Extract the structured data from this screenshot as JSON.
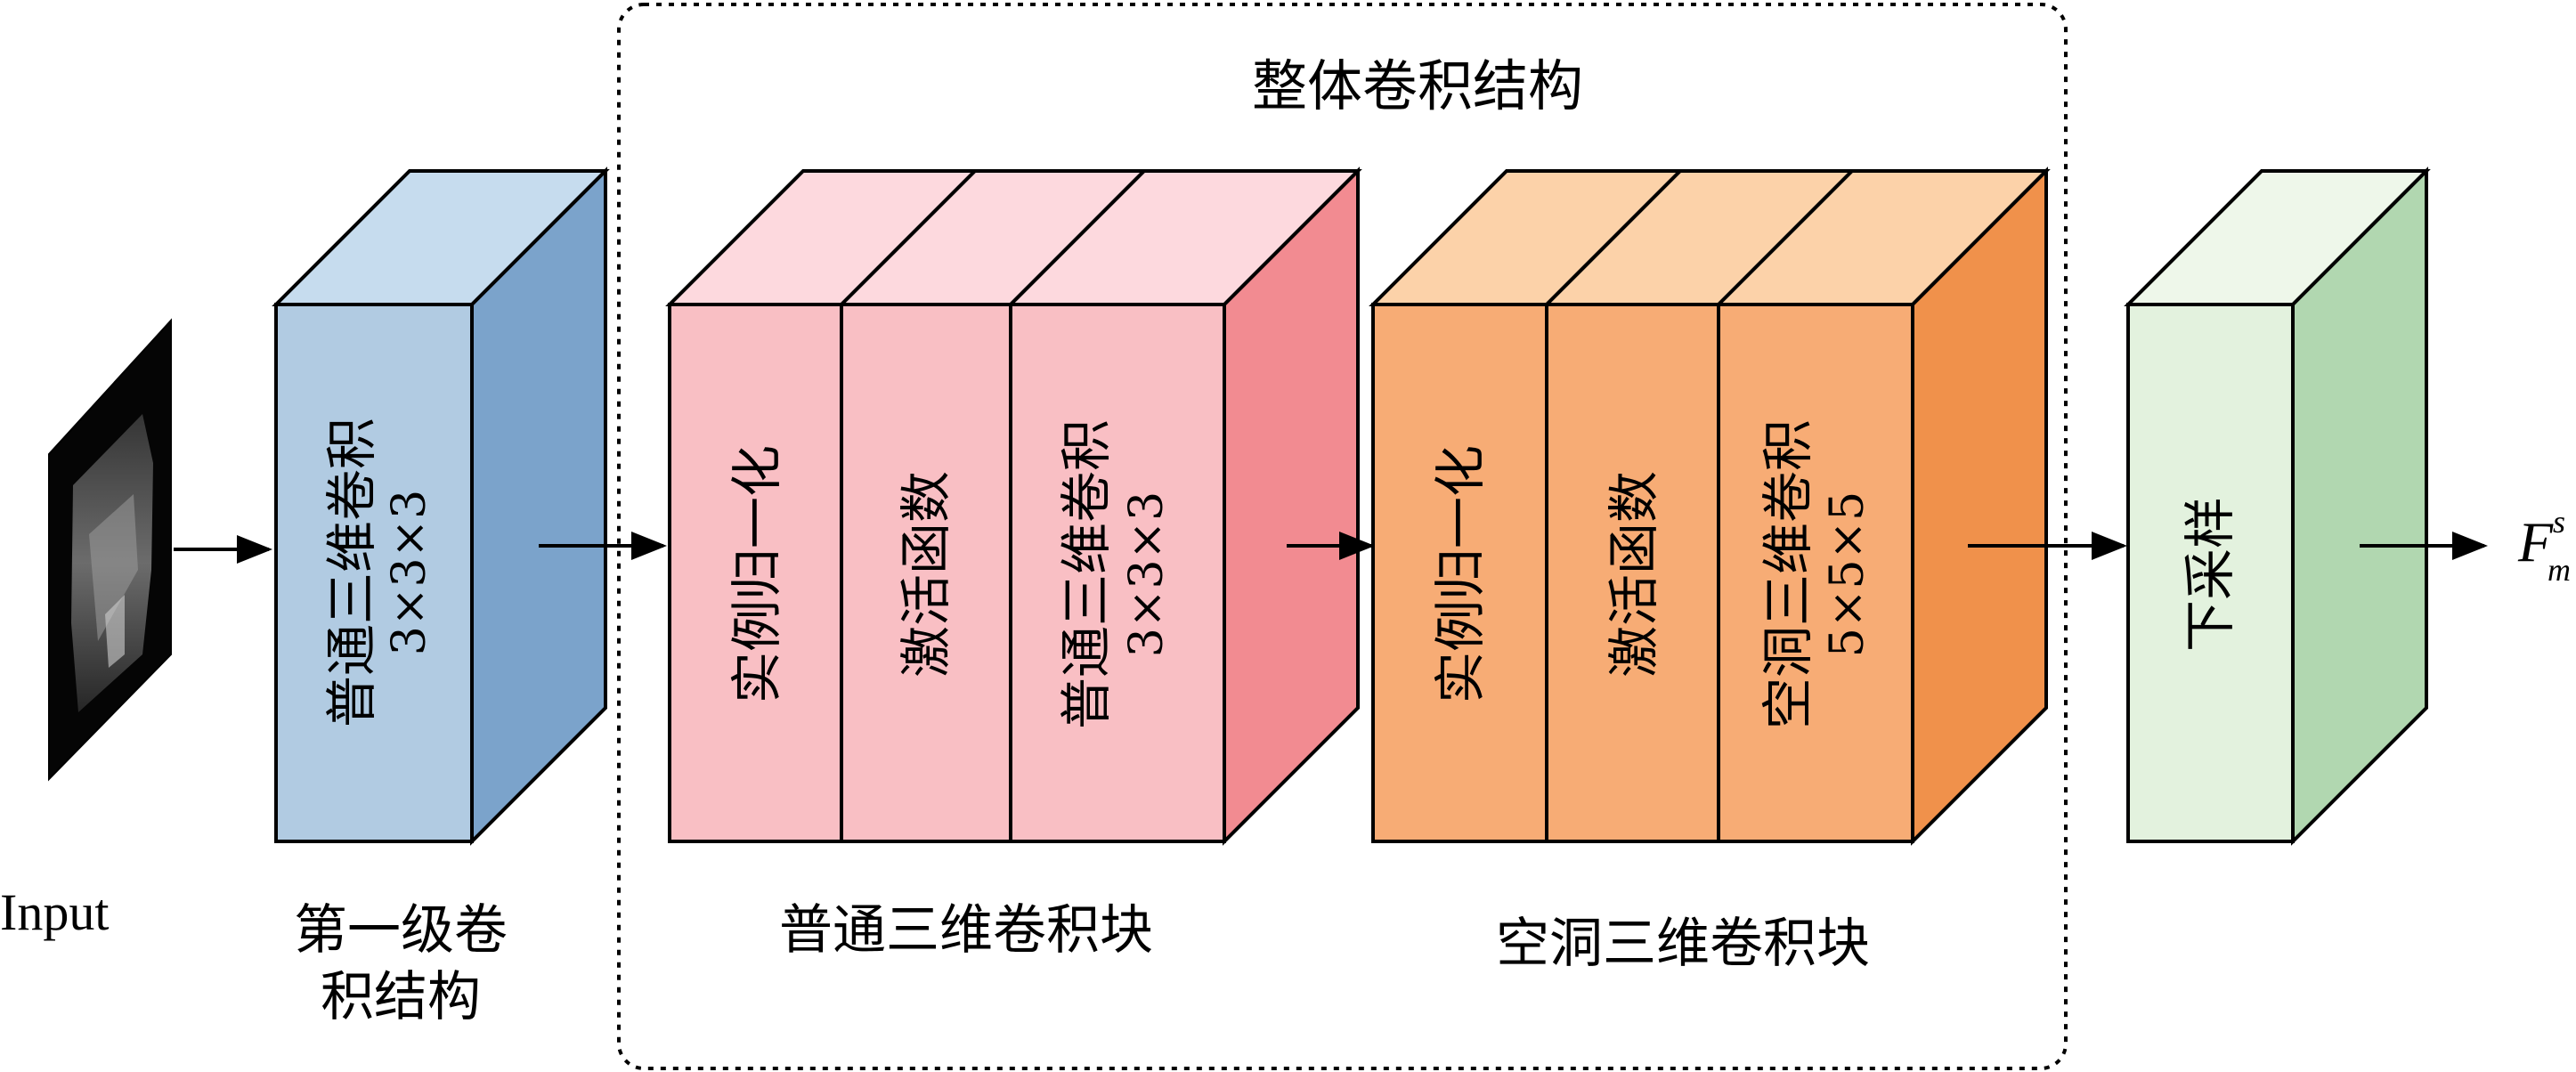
{
  "title": "整体卷积结构",
  "input_label": "Input",
  "stage1": {
    "block_label": "普通三维卷积",
    "kernel": "3×3×3",
    "caption_line1": "第一级卷",
    "caption_line2": "积结构"
  },
  "regular_block": {
    "caption": "普通三维卷积块",
    "layer1": "实例归一化",
    "layer2": "激活函数",
    "layer3": "普通三维卷积",
    "layer3_kernel": "3×3×3"
  },
  "dilated_block": {
    "caption": "空洞三维卷积块",
    "layer1": "实例归一化",
    "layer2": "激活函数",
    "layer3": "空洞三维卷积",
    "layer3_kernel": "5×5×5"
  },
  "downsample": {
    "label": "下采样"
  },
  "output": {
    "symbol": "F",
    "superscript": "s",
    "subscript": "m"
  },
  "colors": {
    "blue_front": "#b1cbe2",
    "blue_top": "#c6dcee",
    "blue_side": "#7ba3cb",
    "pink_front": "#f9bfc4",
    "pink_top": "#fdd9de",
    "pink_side": "#f28b91",
    "orange_front": "#f7ac75",
    "orange_top": "#fcd2a9",
    "orange_side": "#f0914b",
    "green_front": "#e3f2de",
    "green_top": "#eef7ea",
    "green_side": "#b1d7b0"
  }
}
